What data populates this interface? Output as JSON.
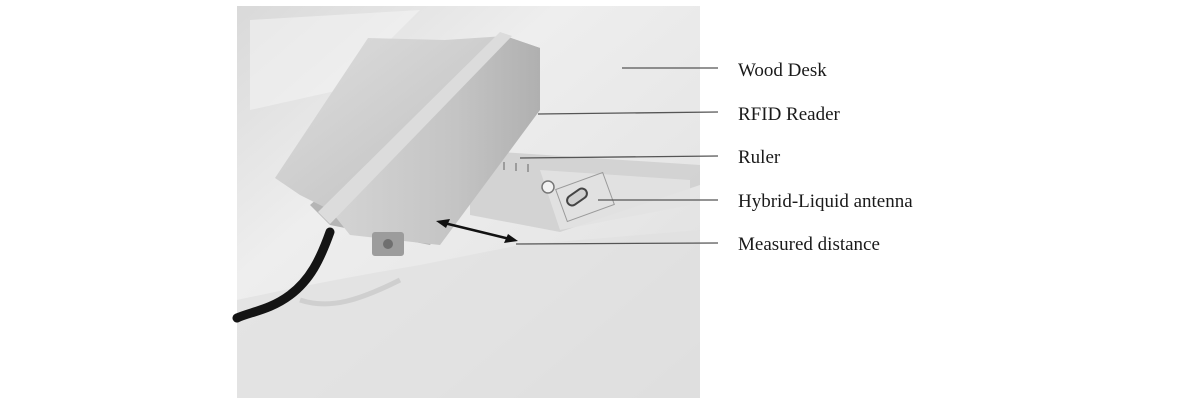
{
  "figure": {
    "labels": {
      "desk": "Wood Desk",
      "reader": "RFID Reader",
      "ruler": "Ruler",
      "antenna": "Hybrid-Liquid antenna",
      "distance": "Measured distance"
    },
    "colors": {
      "background": "#ffffff",
      "desk_surface": "#e9e9e9",
      "reader_body": "#c8c8c8",
      "cable": "#141414",
      "leader_line": "#555555"
    }
  }
}
